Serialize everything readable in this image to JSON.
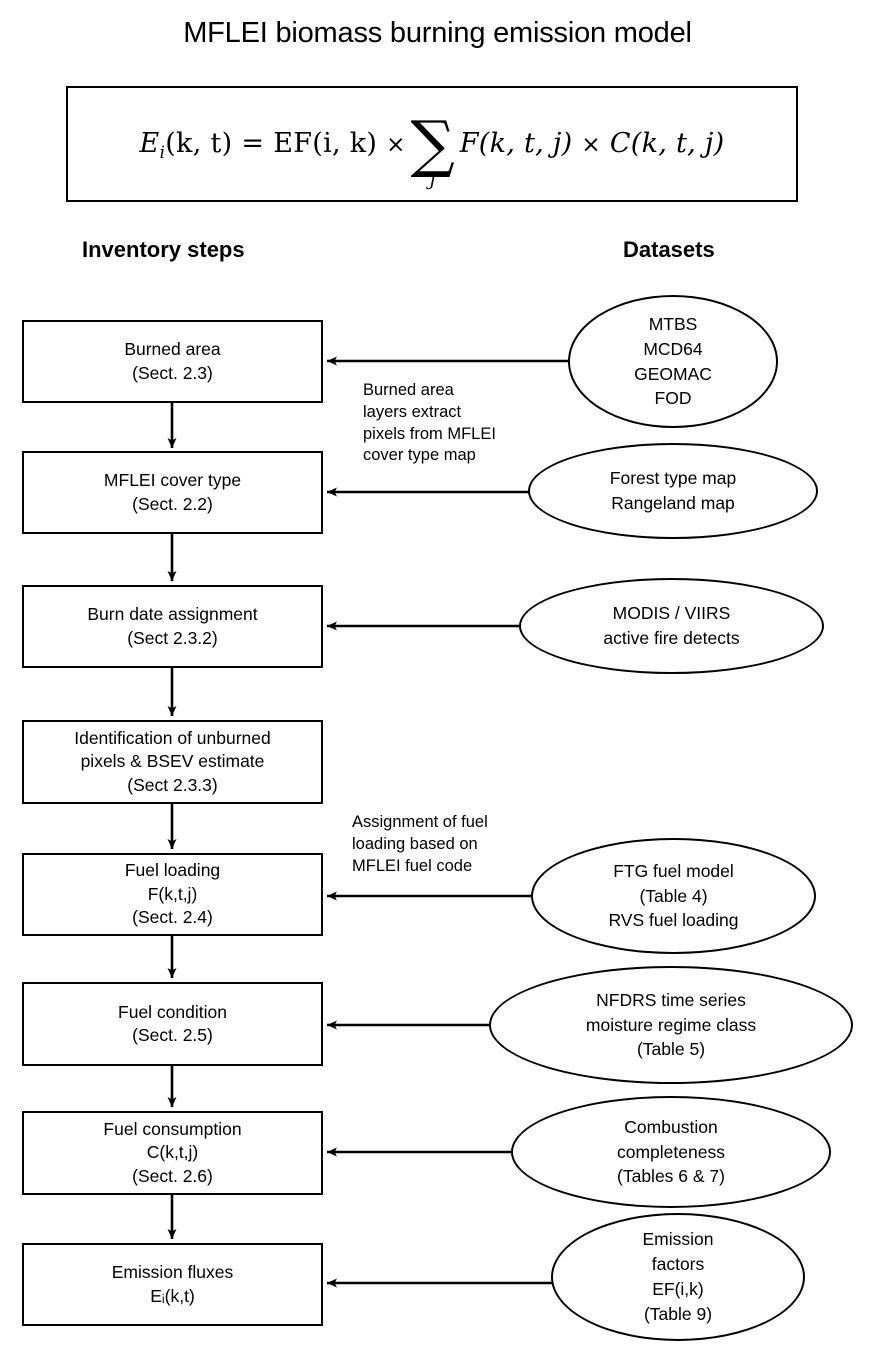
{
  "title": "MFLEI biomass burning emission model",
  "formula": {
    "full_text": "E_i(k,t) = EF(i,k) × Σ_j F(k,t,j) × C(k,t,j)",
    "lhs_var": "E",
    "lhs_sub": "i",
    "lhs_args": "(k, t)",
    "equals": "=",
    "ef": "EF(i, k)",
    "times1": "×",
    "sum_symbol": "∑",
    "sum_index": "j",
    "f_term": "F(k, t, j)",
    "times2": "×",
    "c_term": "C(k, t, j)"
  },
  "columns": {
    "left_header": "Inventory steps",
    "right_header": "Datasets"
  },
  "steps": [
    {
      "id": "burned-area",
      "lines": [
        "Burned  area",
        "(Sect. 2.3)"
      ]
    },
    {
      "id": "mflei-cover-type",
      "lines": [
        "MFLEI cover type",
        "(Sect. 2.2)"
      ]
    },
    {
      "id": "burn-date-assignment",
      "lines": [
        "Burn date assignment",
        "(Sect 2.3.2)"
      ]
    },
    {
      "id": "unburned-pixels",
      "lines": [
        "Identification of unburned",
        "pixels & BSEV estimate",
        "(Sect 2.3.3)"
      ]
    },
    {
      "id": "fuel-loading",
      "lines": [
        "Fuel loading",
        "F(k,t,j)",
        "(Sect. 2.4)"
      ]
    },
    {
      "id": "fuel-condition",
      "lines": [
        "Fuel condition",
        "(Sect. 2.5)"
      ]
    },
    {
      "id": "fuel-consumption",
      "lines": [
        "Fuel consumption",
        "C(k,t,j)",
        "(Sect. 2.6)"
      ]
    },
    {
      "id": "emission-fluxes",
      "lines": [
        "Emission fluxes",
        "Eᵢ(k,t)"
      ]
    }
  ],
  "datasets": [
    {
      "id": "burned-area-sources",
      "lines": [
        "MTBS",
        "MCD64",
        "GEOMAC",
        "FOD"
      ]
    },
    {
      "id": "cover-type-sources",
      "lines": [
        "Forest type map",
        "Rangeland map"
      ]
    },
    {
      "id": "active-fire-sources",
      "lines": [
        "MODIS / VIIRS",
        "active fire detects"
      ]
    },
    {
      "id": "fuel-model-sources",
      "lines": [
        "FTG fuel model",
        "(Table 4)",
        "RVS fuel loading"
      ]
    },
    {
      "id": "moisture-sources",
      "lines": [
        "NFDRS  time series",
        "moisture regime class",
        "(Table 5)"
      ]
    },
    {
      "id": "combustion-sources",
      "lines": [
        "Combustion",
        "completeness",
        "(Tables  6 & 7)"
      ]
    },
    {
      "id": "emission-factor-sources",
      "lines": [
        "Emission",
        "factors",
        "EF(i,k)",
        "(Table 9)"
      ]
    }
  ],
  "annotations": [
    {
      "id": "burned-area-extract-note",
      "lines": [
        "Burned area",
        "layers extract",
        "pixels from MFLEI",
        "cover type map"
      ]
    },
    {
      "id": "fuel-loading-assignment-note",
      "lines": [
        "Assignment of fuel",
        "loading based on",
        "MFLEI fuel code"
      ]
    }
  ],
  "colors": {
    "stroke": "#000000",
    "background": "#ffffff",
    "text": "#000000"
  }
}
